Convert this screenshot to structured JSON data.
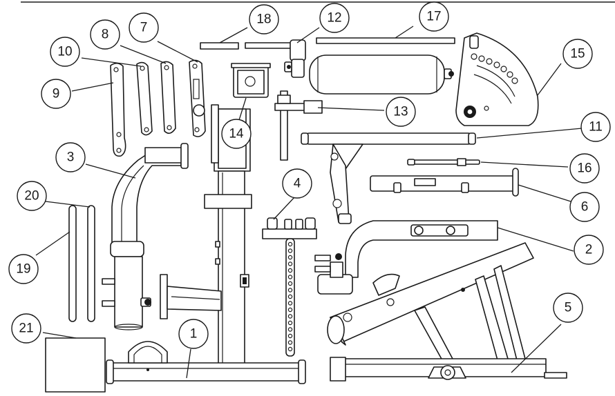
{
  "callouts": [
    {
      "id": "1",
      "label": "1"
    },
    {
      "id": "2",
      "label": "2"
    },
    {
      "id": "3",
      "label": "3"
    },
    {
      "id": "4",
      "label": "4"
    },
    {
      "id": "5",
      "label": "5"
    },
    {
      "id": "6",
      "label": "6"
    },
    {
      "id": "7",
      "label": "7"
    },
    {
      "id": "8",
      "label": "8"
    },
    {
      "id": "9",
      "label": "9"
    },
    {
      "id": "10",
      "label": "10"
    },
    {
      "id": "11",
      "label": "11"
    },
    {
      "id": "12",
      "label": "12"
    },
    {
      "id": "13",
      "label": "13"
    },
    {
      "id": "14",
      "label": "14"
    },
    {
      "id": "15",
      "label": "15"
    },
    {
      "id": "16",
      "label": "16"
    },
    {
      "id": "17",
      "label": "17"
    },
    {
      "id": "18",
      "label": "18"
    },
    {
      "id": "19",
      "label": "19"
    },
    {
      "id": "20",
      "label": "20"
    },
    {
      "id": "21",
      "label": "21"
    }
  ],
  "colors": {
    "line": "#1a1a1a",
    "background": "#ffffff"
  }
}
